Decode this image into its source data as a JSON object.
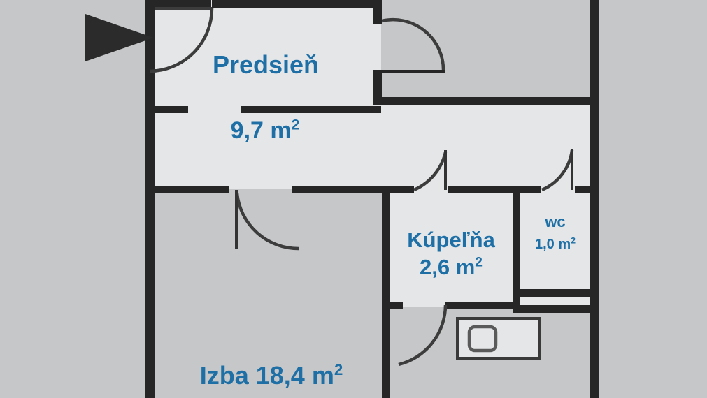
{
  "plan": {
    "title": "Floor plan - apartment layout",
    "colors": {
      "background": "#c6c7c9",
      "wall": "#262626",
      "room_fill_light": "#e4e6e8",
      "room_fill_gray": "#c6c7c9",
      "label_blue": "#1d6fa5",
      "door_arc": "#3c3c3c",
      "marker": "#2b2b2b",
      "fixture_stroke": "#4a4a4a"
    },
    "unit": "m²",
    "rooms": [
      {
        "key": "hall",
        "name": "Predsieň",
        "area": "9,7",
        "area_text": "9,7 m²"
      },
      {
        "key": "bathroom",
        "name": "Kúpeľňa",
        "area": "2,6",
        "area_text": "2,6 m²"
      },
      {
        "key": "wc",
        "name": "wc",
        "area": "1,0",
        "area_text": "1,0 m²"
      },
      {
        "key": "izba",
        "name": "Izba",
        "area": "18,4",
        "area_text": "Izba 18,4 m²"
      }
    ],
    "labels": {
      "hall_name": "Predsieň",
      "hall_area_number": "9,7 m",
      "hall_area_sup": "2",
      "bath_name": "Kúpeľňa",
      "bath_area_number": "2,6 m",
      "bath_area_sup": "2",
      "wc_name": "wc",
      "wc_area_number": "1,0 m",
      "wc_area_sup": "2",
      "izba_text": "Izba 18,4 m",
      "izba_sup": "2"
    },
    "markers": {
      "play_marker": "play-triangle"
    },
    "fixtures": [
      {
        "key": "bath-fixture",
        "name": "fixture-rectangle"
      }
    ],
    "doors": [
      {
        "key": "entry-door",
        "name": "entrance-door-arc"
      },
      {
        "key": "hall-right-door",
        "name": "hall-right-door-arc"
      },
      {
        "key": "izba-door",
        "name": "izba-door-arc"
      },
      {
        "key": "bath-door",
        "name": "bathroom-door-arc"
      },
      {
        "key": "wc-door",
        "name": "wc-door-arc"
      },
      {
        "key": "bath-lower-door",
        "name": "bathroom-lower-door-arc"
      }
    ]
  }
}
